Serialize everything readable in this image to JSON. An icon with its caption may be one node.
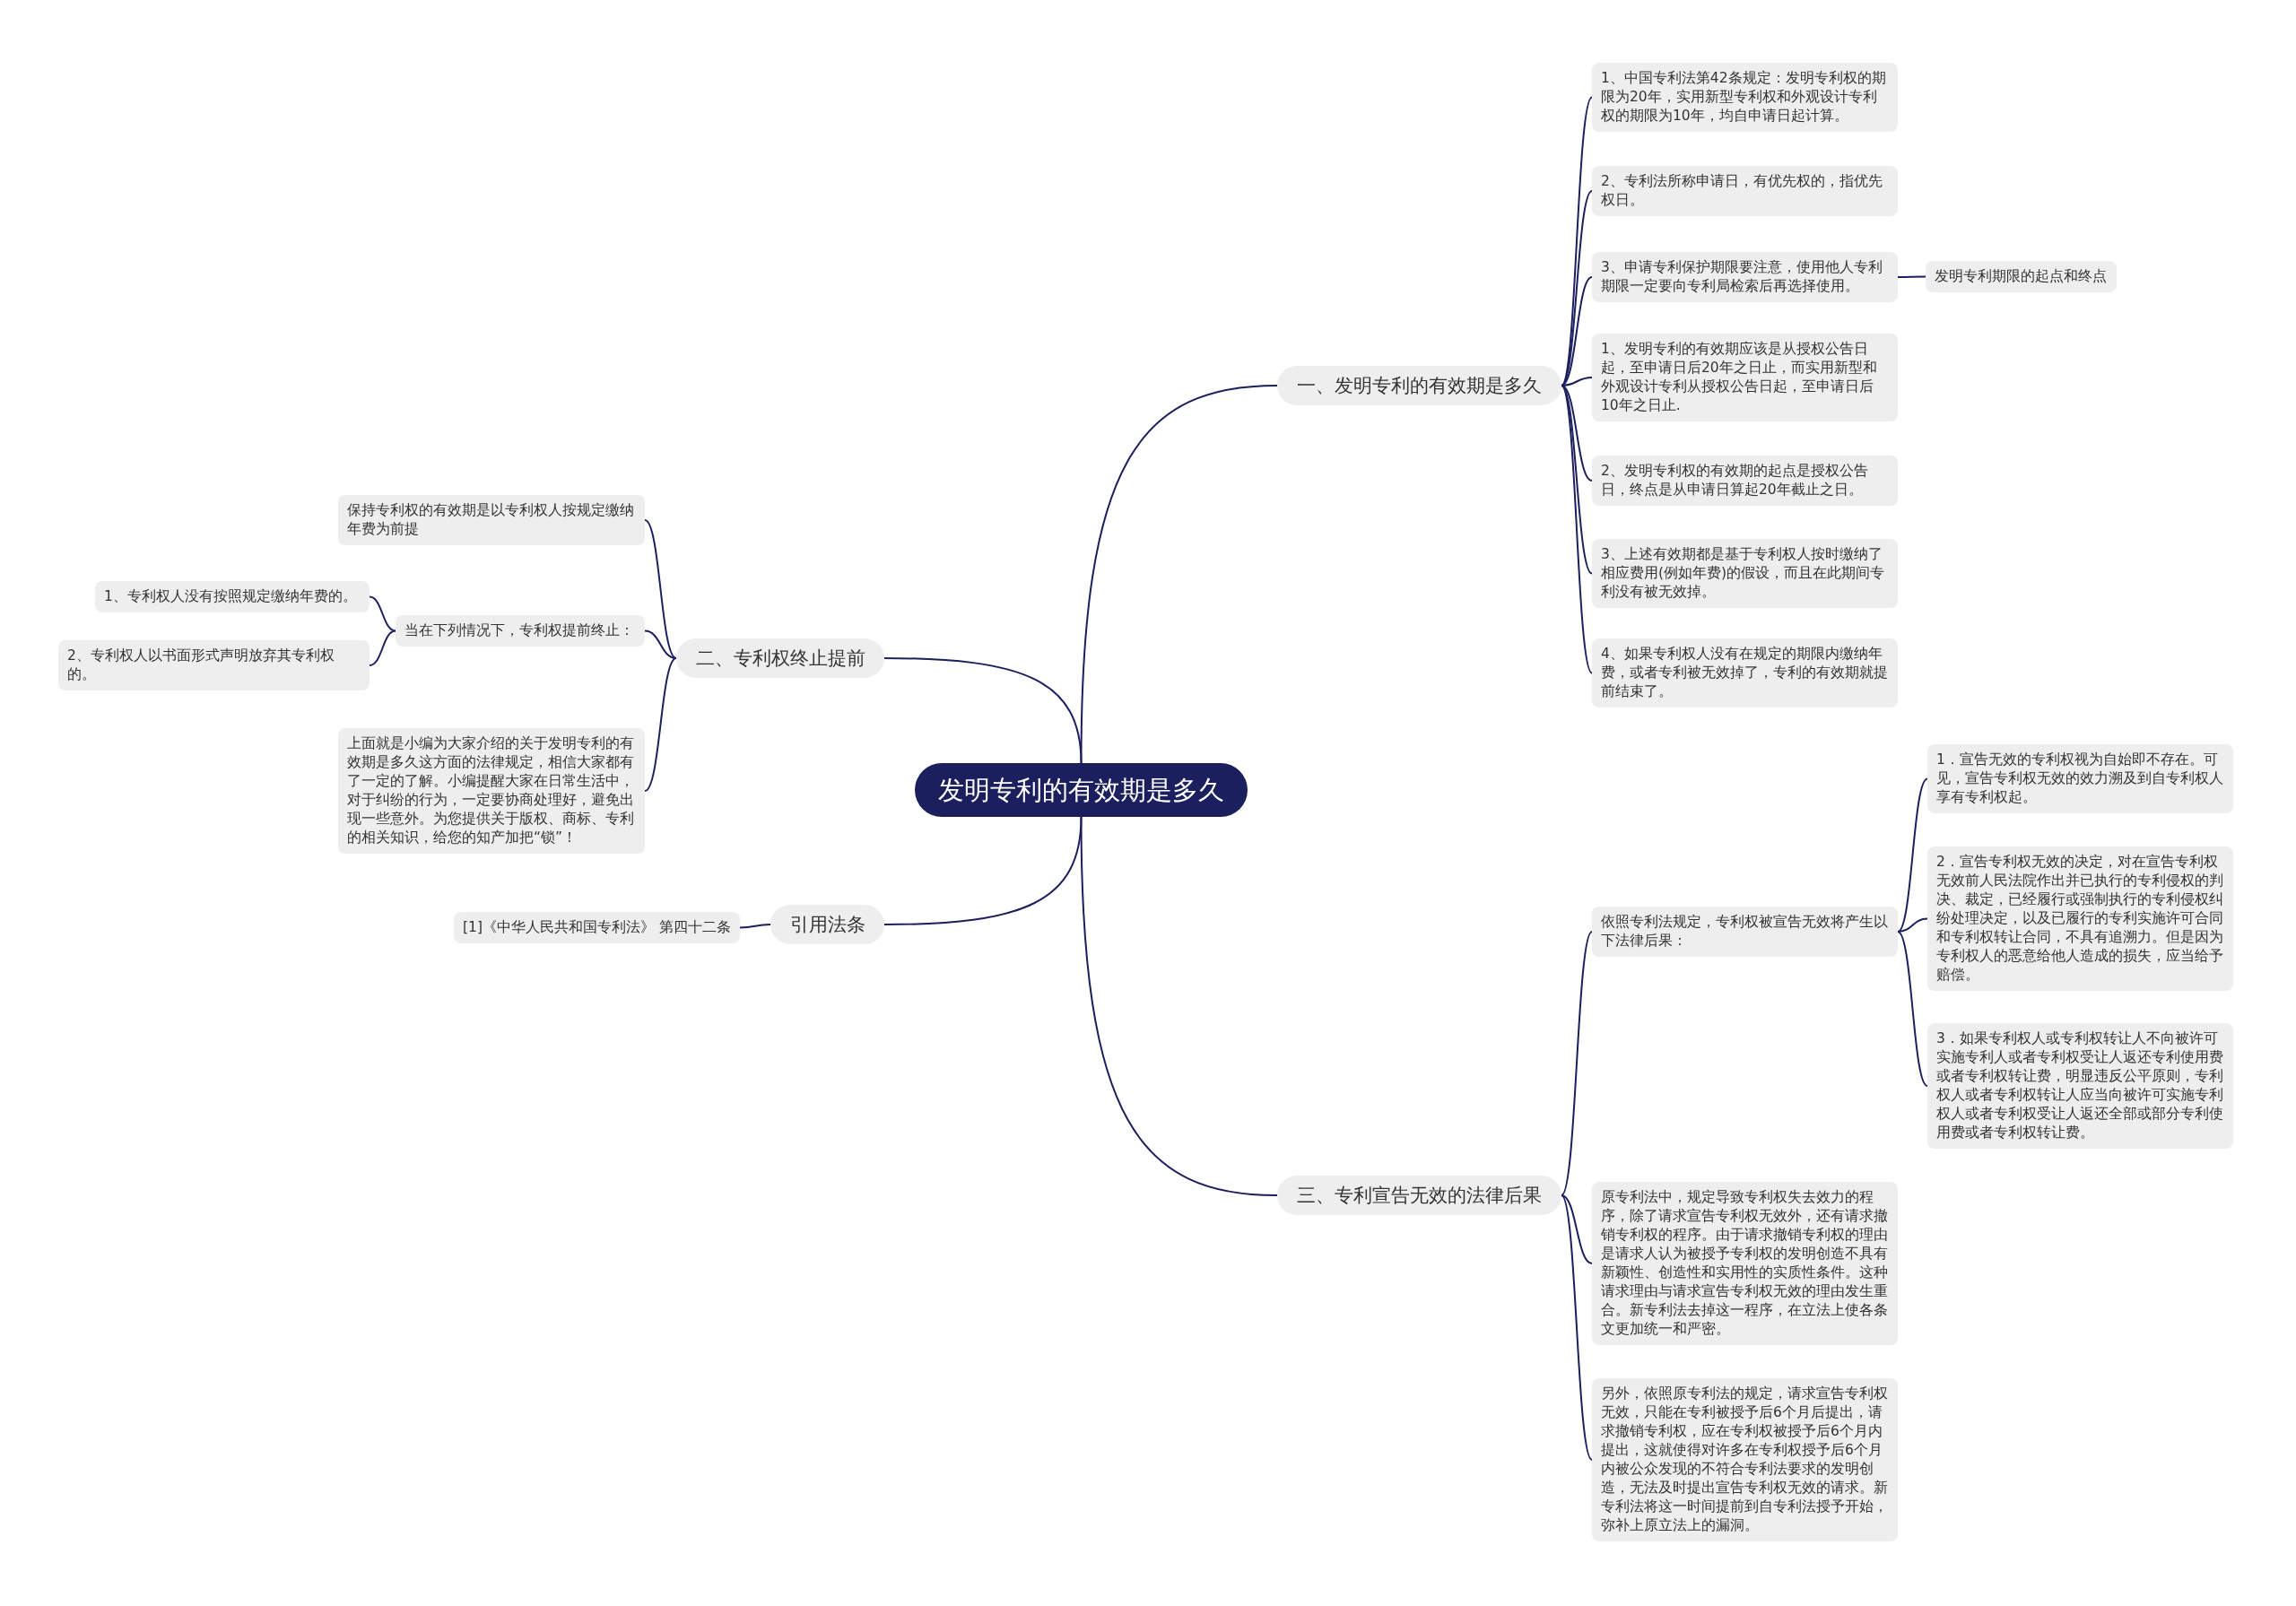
{
  "diagram": {
    "nodes": [
      {
        "text": [
          "发明专利的有效期是多久"
        ]
      },
      {
        "text": [
          "一、发明专利的有效期是多久"
        ]
      },
      {
        "text": [
          "1、中国专利法第42条规定：发明专利权的期限为20年，实用新型专利权和外观设计专利权的期限为10年，均自申请日起计算。"
        ]
      },
      {
        "text": [
          "2、专利法所称申请日，有优先权的，指优先权日。"
        ]
      },
      {
        "text": [
          "3、申请专利保护期限要注意，使用他人专利期限一定要向专利局检索后再选择使用。"
        ]
      },
      {
        "text": [
          "1、发明专利的有效期应该是从授权公告日起，至申请日后20年之日止，而实用新型和外观设计专利从授权公告日起，至申请日后10年之日止."
        ]
      },
      {
        "text": [
          "2、发明专利权的有效期的起点是授权公告日，终点是从申请日算起20年截止之日。"
        ]
      },
      {
        "text": [
          "3、上述有效期都是基于专利权人按时缴纳了相应费用(例如年费)的假设，而且在此期间专利没有被无效掉。"
        ]
      },
      {
        "text": [
          "4、如果专利权人没有在规定的期限内缴纳年费，或者专利被无效掉了，专利的有效期就提前结束了。"
        ]
      },
      {
        "text": [
          "发明专利期限的起点和终点"
        ]
      },
      {
        "text": [
          "二、专利权终止提前"
        ]
      },
      {
        "text": [
          "保持专利权的有效期是以专利权人按规定缴纳年费为前提"
        ]
      },
      {
        "text": [
          "当在下列情况下，专利权提前终止："
        ]
      },
      {
        "text": [
          "1、专利权人没有按照规定缴纳年费的。"
        ]
      },
      {
        "text": [
          "2、专利权人以书面形式声明放弃其专利权的。"
        ]
      },
      {
        "text": [
          "上面就是小编为大家介绍的关于发明专利的有效期是多久这方面的法律规定，相信大家都有了一定的了解。小编提醒大家在日常生活中，对于纠纷的行为，一定要协商处理好，避免出现一些意外。为您提供关于版权、商标、专利的相关知识，给您的知产加把“锁”！"
        ]
      },
      {
        "text": [
          "引用法条"
        ]
      },
      {
        "text": [
          "[1]《中华人民共和国专利法》 第四十二条"
        ]
      },
      {
        "text": [
          "三、专利宣告无效的法律后果"
        ]
      },
      {
        "text": [
          "依照专利法规定，专利权被宣告无效将产生以下法律后果："
        ]
      },
      {
        "text": [
          "1．宣告无效的专利权视为自始即不存在。可见，宣告专利权无效的效力溯及到自专利权人享有专利权起。"
        ]
      },
      {
        "text": [
          "2．宣告专利权无效的决定，对在宣告专利权无效前人民法院作出并已执行的专利侵权的判决、裁定，已经履行或强制执行的专利侵权纠纷处理决定，以及已履行的专利实施许可合同和专利权转让合同，不具有追溯力。但是因为专利权人的恶意给他人造成的损失，应当给予赔偿。"
        ]
      },
      {
        "text": [
          "3．如果专利权人或专利权转让人不向被许可实施专利人或者专利权受让人返还专利使用费或者专利权转让费，明显违反公平原则，专利权人或者专利权转让人应当向被许可实施专利权人或者专利权受让人返还全部或部分专利使用费或者专利权转让费。"
        ]
      },
      {
        "text": [
          "原专利法中，规定导致专利权失去效力的程序，除了请求宣告专利权无效外，还有请求撤销专利权的程序。由于请求撤销专利权的理由是请求人认为被授予专利权的发明创造不具有新颖性、创造性和实用性的实质性条件。这种请求理由与请求宣告专利权无效的理由发生重合。新专利法去掉这一程序，在立法上使各条文更加统一和严密。"
        ]
      },
      {
        "text": [
          "另外，依照原专利法的规定，请求宣告专利权无效，只能在专利被授予后6个月后提出，请求撤销专利权，应在专利权被授予后6个月内提出，这就使得对许多在专利权授予后6个月内被公众发现的不符合专利法要求的发明创造，无法及时提出宣告专利权无效的请求。新专利法将这一时间提前到自专利法授予开始，弥补上原立法上的漏洞。"
        ]
      }
    ],
    "edges": [
      {
        "from": 0,
        "to": 1,
        "arrow": "none"
      },
      {
        "from": 1,
        "to": 2,
        "arrow": "none"
      },
      {
        "from": 1,
        "to": 3,
        "arrow": "none"
      },
      {
        "from": 1,
        "to": 4,
        "arrow": "none"
      },
      {
        "from": 1,
        "to": 5,
        "arrow": "none"
      },
      {
        "from": 1,
        "to": 6,
        "arrow": "none"
      },
      {
        "from": 1,
        "to": 7,
        "arrow": "none"
      },
      {
        "from": 1,
        "to": 8,
        "arrow": "none"
      },
      {
        "from": 4,
        "to": 9,
        "arrow": "none"
      },
      {
        "from": 0,
        "to": 10,
        "arrow": "none"
      },
      {
        "from": 10,
        "to": 11,
        "arrow": "none"
      },
      {
        "from": 10,
        "to": 12,
        "arrow": "none"
      },
      {
        "from": 12,
        "to": 13,
        "arrow": "none"
      },
      {
        "from": 12,
        "to": 14,
        "arrow": "none"
      },
      {
        "from": 10,
        "to": 15,
        "arrow": "none"
      },
      {
        "from": 0,
        "to": 16,
        "arrow": "none"
      },
      {
        "from": 16,
        "to": 17,
        "arrow": "none"
      },
      {
        "from": 0,
        "to": 18,
        "arrow": "none"
      },
      {
        "from": 18,
        "to": 19,
        "arrow": "none"
      },
      {
        "from": 19,
        "to": 20,
        "arrow": "none"
      },
      {
        "from": 19,
        "to": 21,
        "arrow": "none"
      },
      {
        "from": 19,
        "to": 22,
        "arrow": "none"
      },
      {
        "from": 18,
        "to": 23,
        "arrow": "none"
      },
      {
        "from": 18,
        "to": 24,
        "arrow": "none"
      }
    ]
  }
}
